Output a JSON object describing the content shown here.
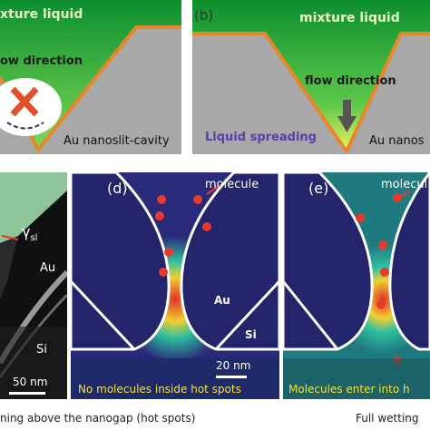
{
  "panel_a": {
    "liquid_label": "xture liquid",
    "flow_label": "ow direction",
    "cavity_label": "Au nanoslit-cavity"
  },
  "panel_b": {
    "letter": "(b)",
    "liquid_label": "mixture liquid",
    "flow_label": "flow direction",
    "spreading_label": "Liquid spreading",
    "cavity_label": "Au nanos"
  },
  "panel_c": {
    "gamma_label": "γ",
    "gamma_sub": "sl",
    "au_label": "Au",
    "si_label": "Si",
    "scale_label": "50 nm"
  },
  "panel_d": {
    "letter": "(d)",
    "molecule_label": "molecule",
    "au_label": "Au",
    "si_label": "Si",
    "scale_label": "20 nm",
    "status_label": "No molecules inside hot spots"
  },
  "panel_e": {
    "letter": "(e)",
    "molecule_label": "molecul",
    "status_label": "Molecules enter into h"
  },
  "captions": {
    "left": "ning above the nanogap (hot spots)",
    "right": "Full  wetting"
  },
  "colors": {
    "liquid_green": "#1faa3c",
    "substrate_gray": "#a8a8a8",
    "au_orange": "#e8862a",
    "map_dark": "#2a2a7a",
    "map_teal": "#1f7a7f",
    "molecule_red": "#e83a2a",
    "caption_yellow": "#f2e23a"
  }
}
